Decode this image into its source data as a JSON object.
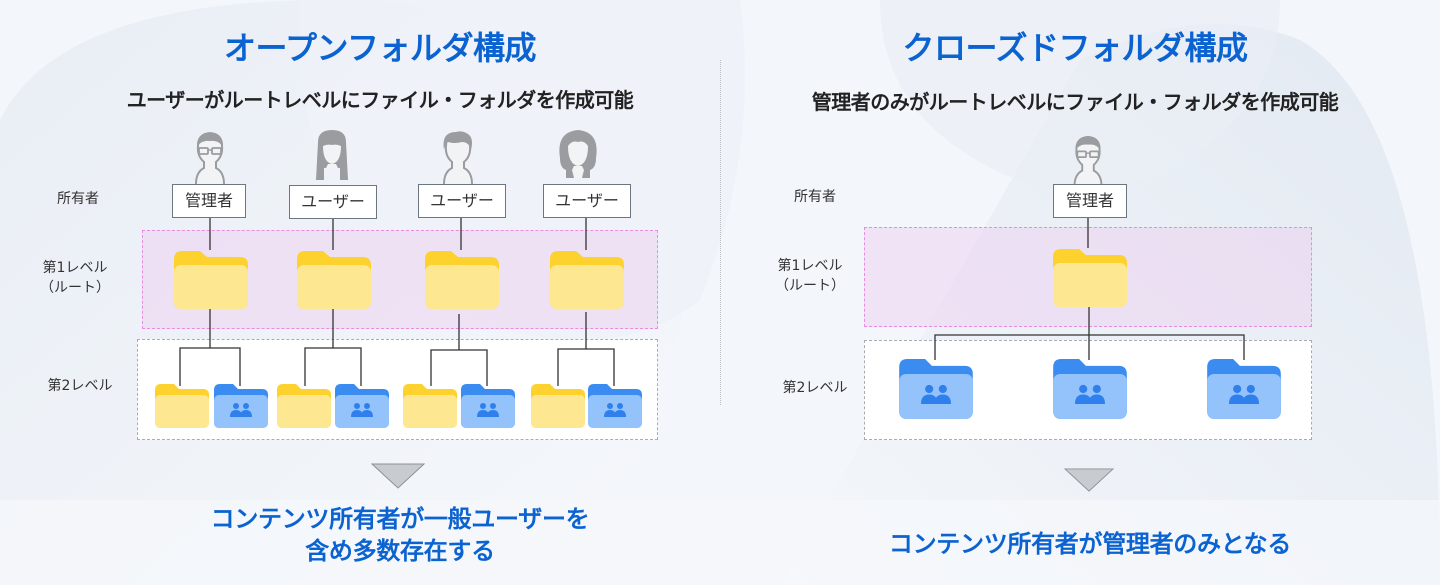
{
  "colors": {
    "title_blue": "#0b63d1",
    "folder_yellow_tab": "#fdd22f",
    "folder_yellow_body": "#fde891",
    "folder_blue_tab": "#3b8cf0",
    "folder_blue_body": "#94c2fb",
    "level1_border": "#e98be0",
    "level2_border": "#a9adb3",
    "avatar_gray": "#9a9c9f"
  },
  "open": {
    "title": "オープンフォルダ構成",
    "subtitle": "ユーザーがルートレベルにファイル・フォルダを作成可能",
    "row_labels": {
      "owner": "所有者",
      "level1_line1": "第1レベル",
      "level1_line2": "（ルート）",
      "level2": "第2レベル"
    },
    "owners": [
      {
        "label": "管理者",
        "avatar": "male-glasses-avatar-icon"
      },
      {
        "label": "ユーザー",
        "avatar": "female-long-hair-avatar-icon"
      },
      {
        "label": "ユーザー",
        "avatar": "male-avatar-icon"
      },
      {
        "label": "ユーザー",
        "avatar": "female-bob-avatar-icon"
      }
    ],
    "level1_folders": [
      "folder-icon",
      "folder-icon",
      "folder-icon",
      "folder-icon"
    ],
    "level2_folders": [
      [
        "folder-icon",
        "shared-folder-icon"
      ],
      [
        "folder-icon",
        "shared-folder-icon"
      ],
      [
        "folder-icon",
        "shared-folder-icon"
      ],
      [
        "folder-icon",
        "shared-folder-icon"
      ]
    ],
    "arrow": "down-triangle-icon",
    "conclusion_line1": "コンテンツ所有者が一般ユーザーを",
    "conclusion_line2": "含め多数存在する"
  },
  "closed": {
    "title": "クローズドフォルダ構成",
    "subtitle": "管理者のみがルートレベルにファイル・フォルダを作成可能",
    "row_labels": {
      "owner": "所有者",
      "level1_line1": "第1レベル",
      "level1_line2": "（ルート）",
      "level2": "第2レベル"
    },
    "owners": [
      {
        "label": "管理者",
        "avatar": "male-glasses-avatar-icon"
      }
    ],
    "level1_folders": [
      "folder-icon"
    ],
    "level2_folders": [
      "shared-folder-icon",
      "shared-folder-icon",
      "shared-folder-icon"
    ],
    "arrow": "down-triangle-icon",
    "conclusion": "コンテンツ所有者が管理者のみとなる"
  }
}
